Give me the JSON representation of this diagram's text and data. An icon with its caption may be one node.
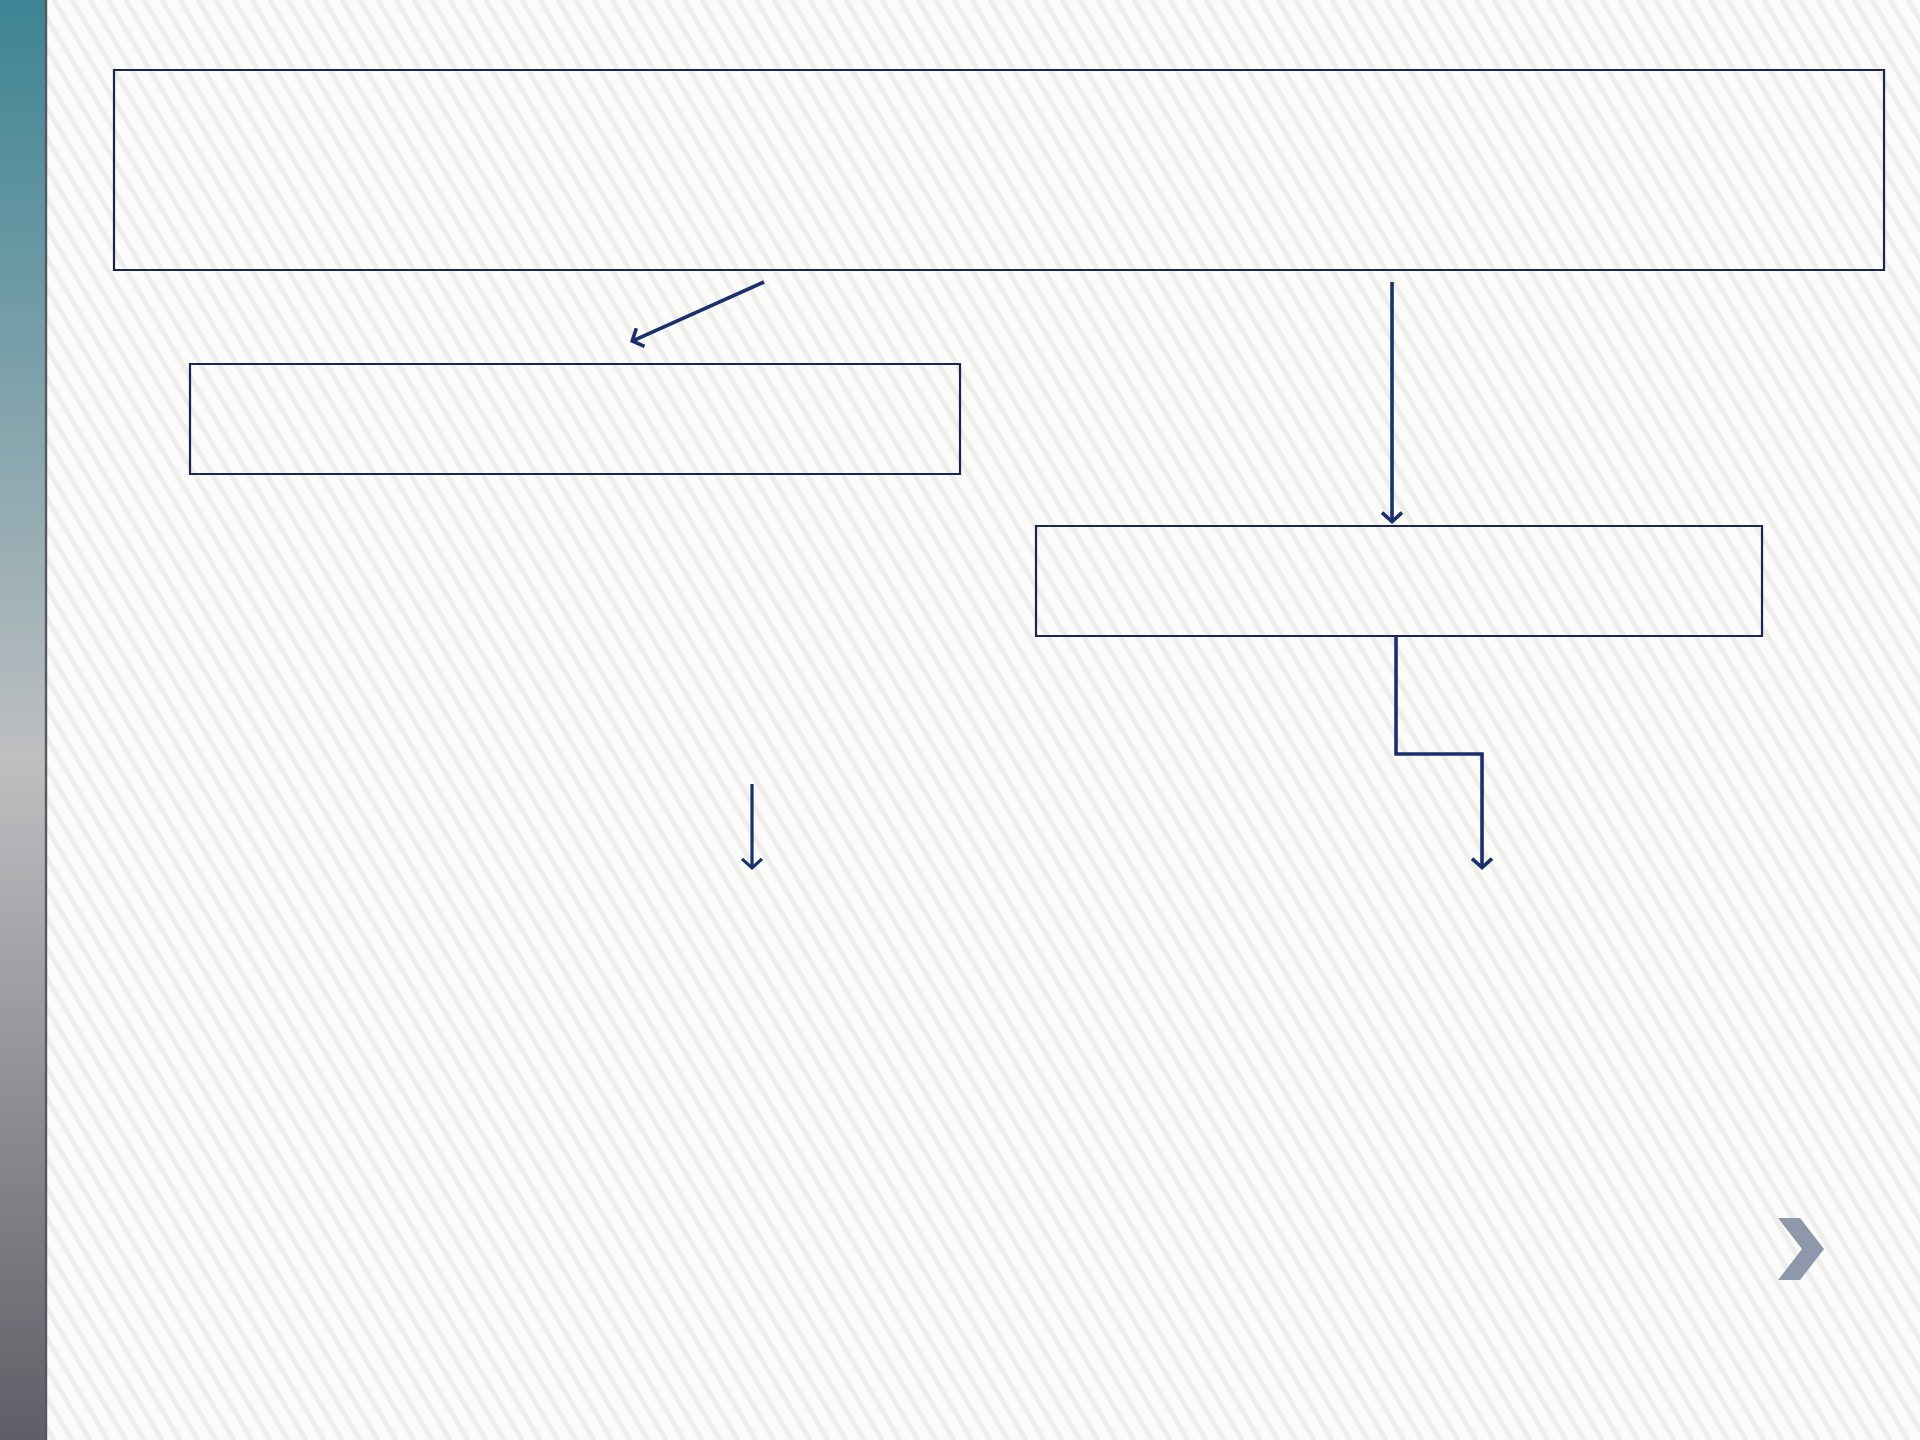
{
  "diagram": {
    "nodes": [
      {
        "text": [],
        "shape": "box"
      },
      {
        "text": [],
        "shape": "box"
      },
      {
        "text": [],
        "shape": "box"
      }
    ],
    "edges": [
      {
        "from": 0,
        "to": 1,
        "arrow": "to"
      },
      {
        "from": 0,
        "to": 2,
        "arrow": "to"
      },
      {
        "from": 2,
        "to": null,
        "arrow": "to"
      }
    ]
  }
}
